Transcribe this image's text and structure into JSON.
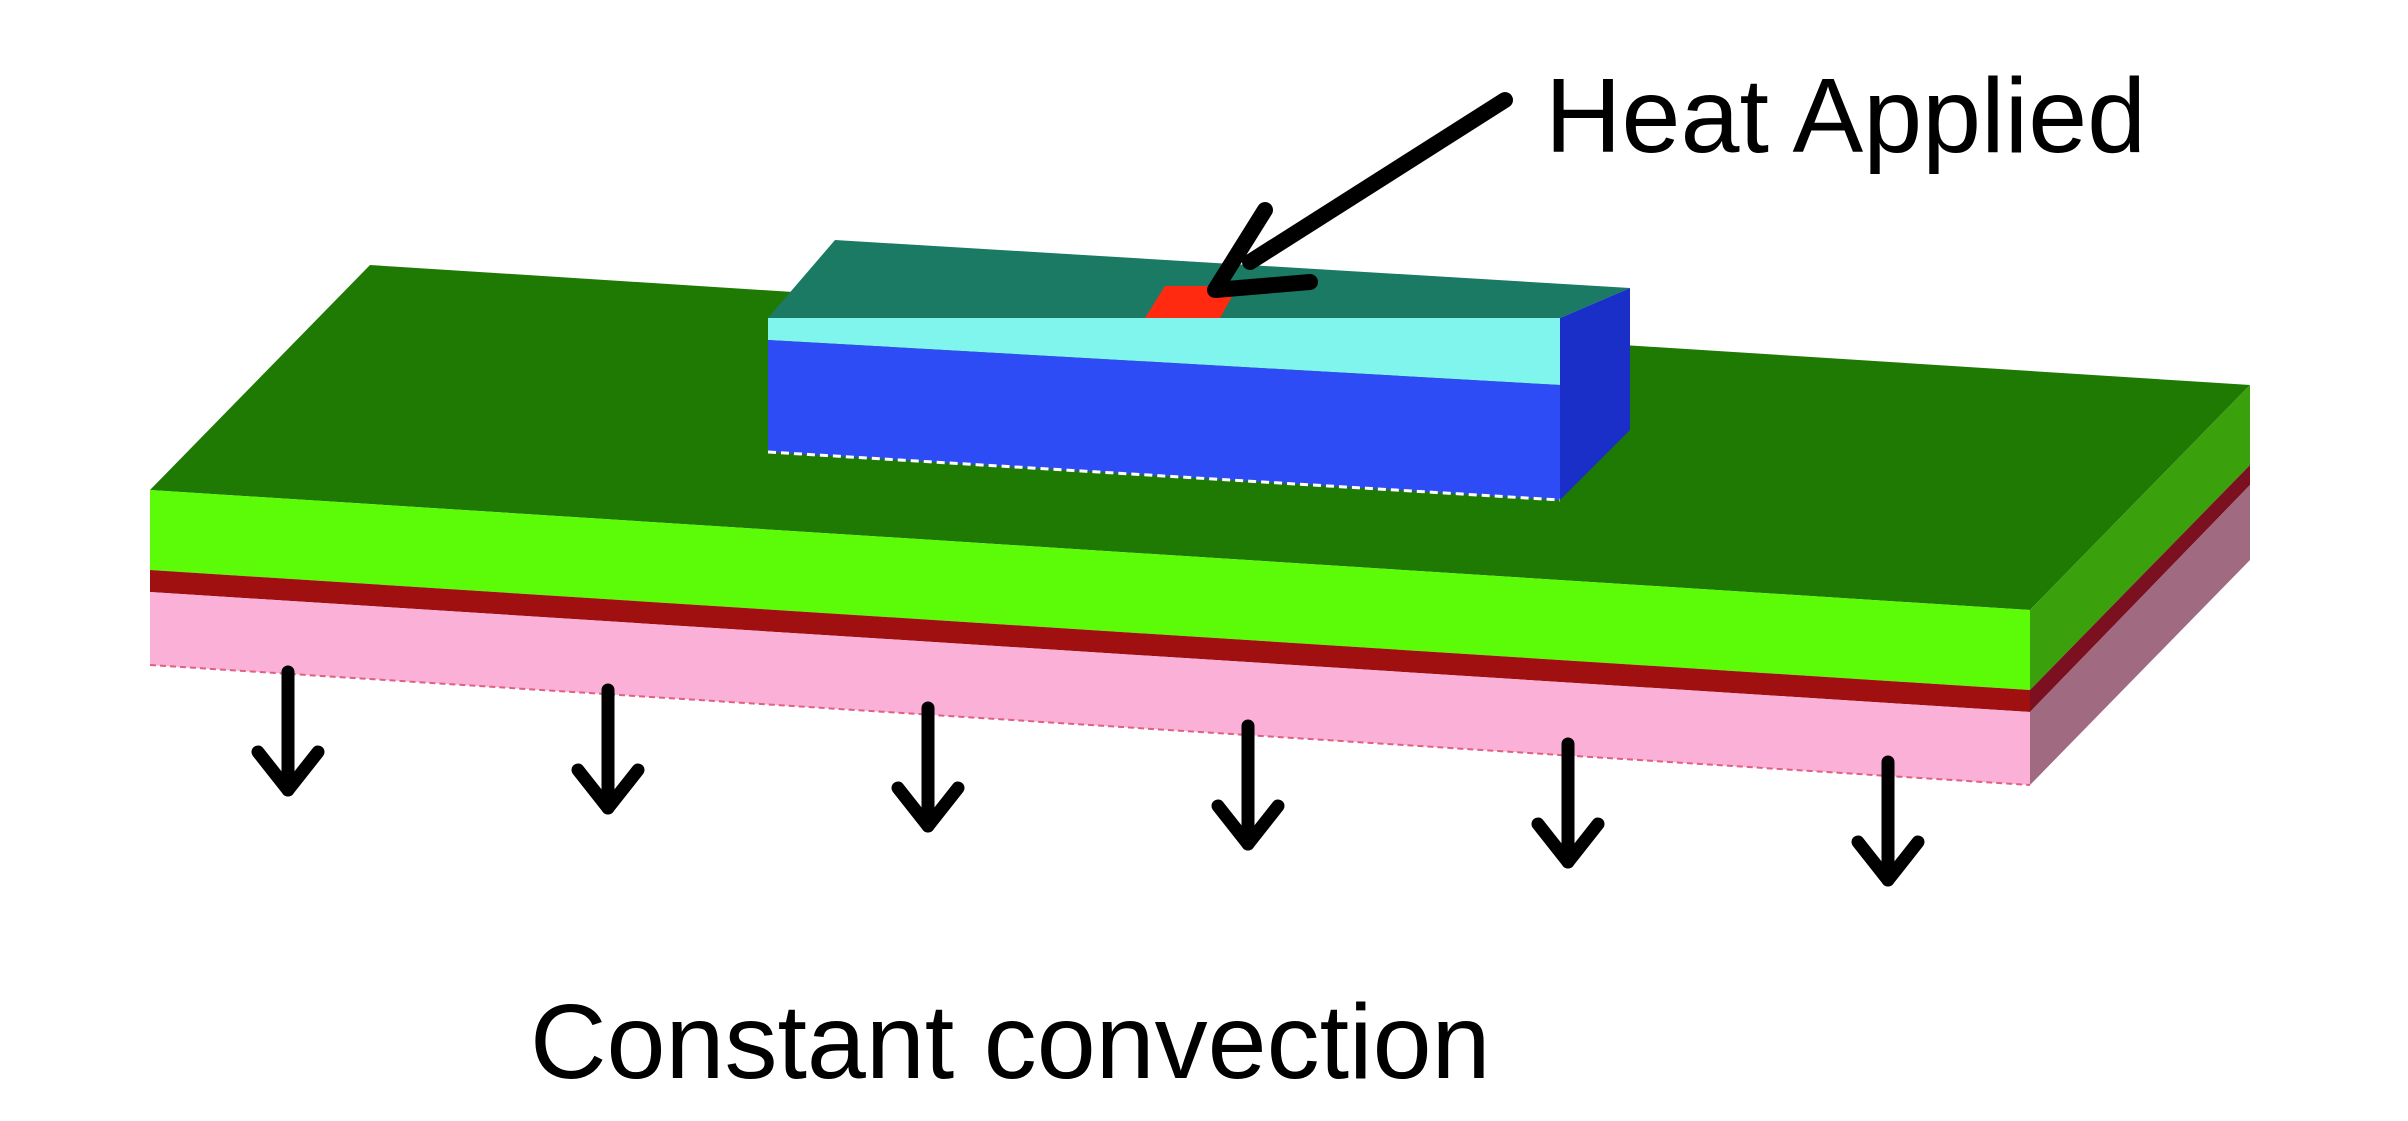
{
  "labels": {
    "heat": "Heat Applied",
    "convection": "Constant convection"
  },
  "colors": {
    "background": "#ffffff",
    "ink": "#000000",
    "board_top": "#1f7a04",
    "board_side": "#5cfc08",
    "board_right": "#3aa10c",
    "red_layer_front": "#a01010",
    "red_layer_right": "#7a1020",
    "pink_front": "#fbb0d8",
    "pink_right": "#a06a80",
    "chip_top": "#1a7a63",
    "chip_band": "#7ff5ee",
    "chip_front": "#2e4cf5",
    "chip_right": "#1a2fc8",
    "heat_spot": "#ff2a10"
  },
  "arrows": {
    "convection_count": 6
  }
}
